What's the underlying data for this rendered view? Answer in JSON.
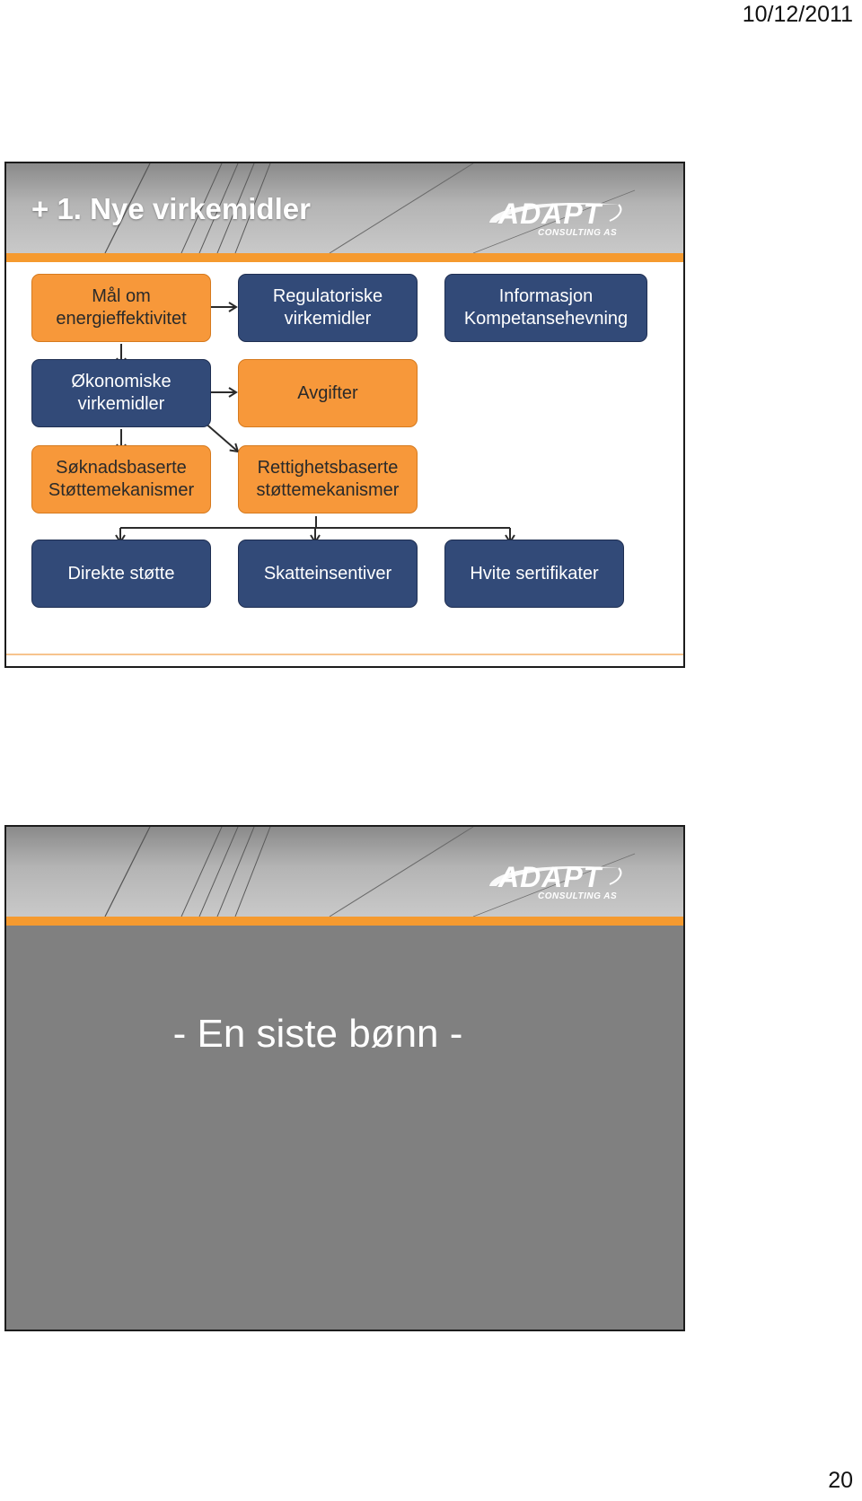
{
  "page": {
    "date": "10/12/2011",
    "page_number": "20"
  },
  "slide1": {
    "title": "+ 1. Nye virkemidler",
    "logo": {
      "wordmark": "ADAPT",
      "subtitle": "CONSULTING AS"
    },
    "boxes": {
      "maal_om": "Mål om\nenergieffektivitet",
      "regulatoriske": "Regulatoriske\nvirkemidler",
      "informasjon": "Informasjon\nKompetansehevning",
      "okonomiske": "Økonomiske\nvirkemidler",
      "avgifter": "Avgifter",
      "soknadsbaserte": "Søknadsbaserte\nStøttemekanismer",
      "rettighetsbaserte": "Rettighetsbaserte\nstøttemekanismer",
      "direkte_stotte": "Direkte støtte",
      "skatteinsentiver": "Skatteinsentiver",
      "hvite_sertifikater": "Hvite sertifikater"
    },
    "colors": {
      "orange": "#f7983a",
      "navy": "#324a78",
      "stripe": "#f59a2f"
    }
  },
  "slide2": {
    "logo": {
      "wordmark": "ADAPT",
      "subtitle": "CONSULTING AS"
    },
    "body_text": "- En siste bønn -",
    "colors": {
      "body_background": "#808080"
    }
  }
}
